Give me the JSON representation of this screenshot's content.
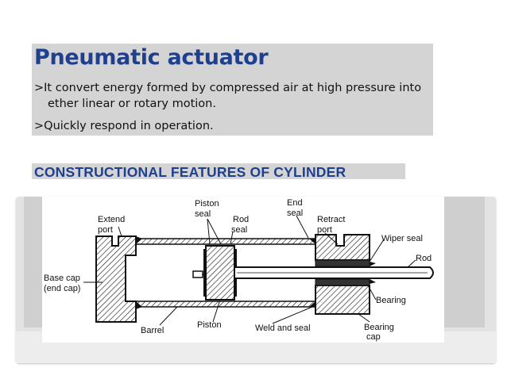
{
  "slide": {
    "title": "Pneumatic actuator",
    "bullets": [
      {
        "line1": ">It convert energy formed by compressed air at high pressure into",
        "line2": "ether linear or rotary motion."
      },
      {
        "line1": ">Quickly respond in operation."
      }
    ],
    "section_heading": "CONSTRUCTIONAL FEATURES OF CYLINDER"
  },
  "diagram": {
    "labels": {
      "extend_port_1": "Extend",
      "extend_port_2": "port",
      "piston_seal_1": "Piston",
      "piston_seal_2": "seal",
      "rod_seal_1": "Rod",
      "rod_seal_2": "seal",
      "end_seal_1": "End",
      "end_seal_2": "seal",
      "retract_port_1": "Retract",
      "retract_port_2": "port",
      "wiper_seal": "Wiper seal",
      "rod": "Rod",
      "base_cap_1": "Base cap",
      "base_cap_2": "(end cap)",
      "bearing": "Bearing",
      "barrel": "Barrel",
      "piston": "Piston",
      "weld_seal": "Weld and seal",
      "bearing_cap_1": "Bearing",
      "bearing_cap_2": "cap"
    }
  },
  "colors": {
    "title_blue": "#1f3f8f",
    "panel_gray": "#d4d4d4"
  }
}
